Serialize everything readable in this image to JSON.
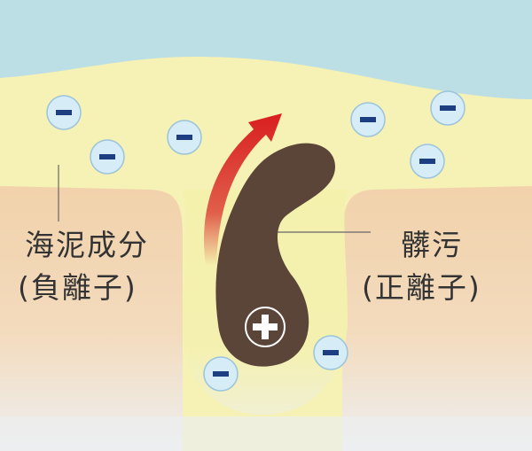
{
  "labels": {
    "left_line1": "海泥成分",
    "left_line2": "(負離子)",
    "right_line1": "髒污",
    "right_line2": "(正離子)"
  },
  "icons": {
    "negative_ion": "minus-icon",
    "positive_ion": "plus-icon",
    "arrow": "curved-arrow-up"
  },
  "colors": {
    "sky": "#bcdfe5",
    "upper_skin": "#f6f1b4",
    "pore_fill": "#f3f0a8",
    "lower_skin": "#f1d2ab",
    "base": "#eceeef",
    "dirt": "#5b4539",
    "ion_fill": "#d6ecf6",
    "ion_sign": "#1d3f82",
    "arrow": "#d81f1f"
  }
}
